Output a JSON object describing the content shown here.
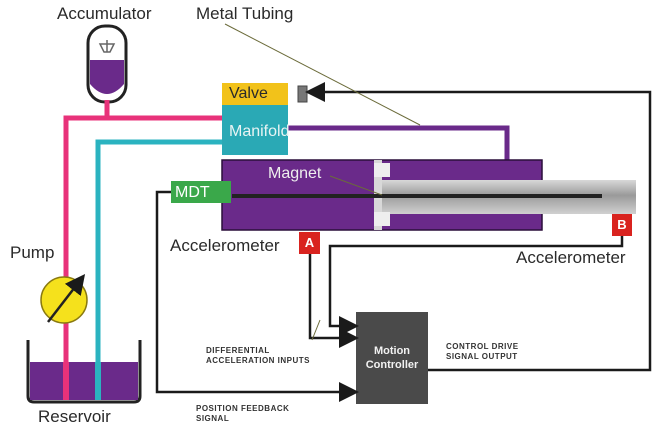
{
  "labels": {
    "accumulator": "Accumulator",
    "metal_tubing": "Metal Tubing",
    "valve": "Valve",
    "manifold": "Manifold",
    "magnet": "Magnet",
    "mdt": "MDT",
    "accelerometer_left": "Accelerometer",
    "accelerometer_right": "Accelerometer",
    "sensor_a": "A",
    "sensor_b": "B",
    "pump": "Pump",
    "reservoir": "Reservoir",
    "motion_controller_line1": "Motion",
    "motion_controller_line2": "Controller",
    "differential_line1": "DIFFERENTIAL",
    "differential_line2": "ACCELERATION INPUTS",
    "control_drive_line1": "CONTROL DRIVE",
    "control_drive_line2": "SIGNAL OUTPUT",
    "position_feedback_line1": "POSITION FEEDBACK",
    "position_feedback_line2": "SIGNAL"
  },
  "colors": {
    "fluid": "#6a2a8a",
    "pressure_line": "#e8327a",
    "return_line": "#2bb3c0",
    "manifold": "#2aa9b5",
    "valve": "#f2c21a",
    "mdt": "#3aa84a",
    "sensor": "#d9231f",
    "pump": "#f5e11c",
    "controller": "#4a4a4a",
    "signal_line": "#1a1a1a"
  }
}
